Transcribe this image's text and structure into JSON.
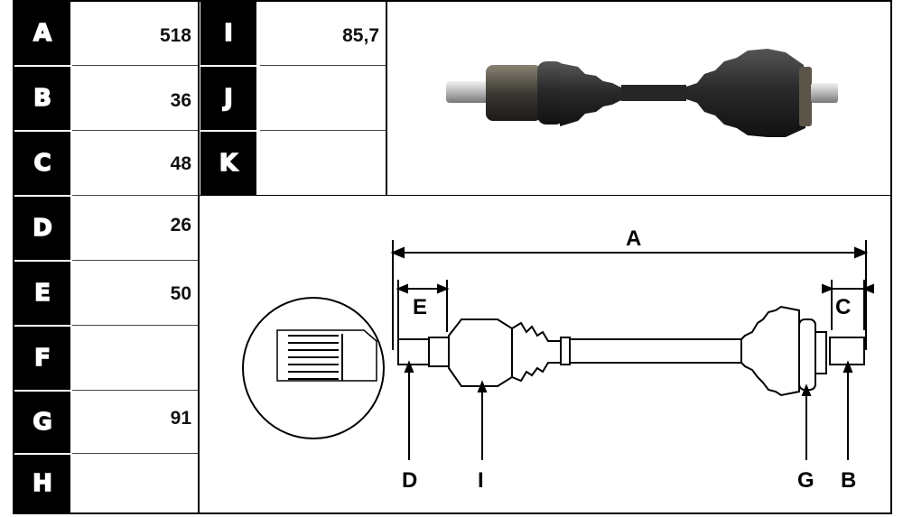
{
  "left_table": [
    {
      "key": "A",
      "value": "518"
    },
    {
      "key": "B",
      "value": "36"
    },
    {
      "key": "C",
      "value": "48"
    },
    {
      "key": "D",
      "value": "26"
    },
    {
      "key": "E",
      "value": "50"
    },
    {
      "key": "F",
      "value": ""
    },
    {
      "key": "G",
      "value": "91"
    },
    {
      "key": "H",
      "value": ""
    }
  ],
  "mid_table": [
    {
      "key": "I",
      "value": "85,7"
    },
    {
      "key": "J",
      "value": ""
    },
    {
      "key": "K",
      "value": ""
    }
  ],
  "diagram_labels": {
    "A": "A",
    "B": "B",
    "C": "C",
    "D": "D",
    "E": "E",
    "G": "G",
    "I": "I"
  }
}
